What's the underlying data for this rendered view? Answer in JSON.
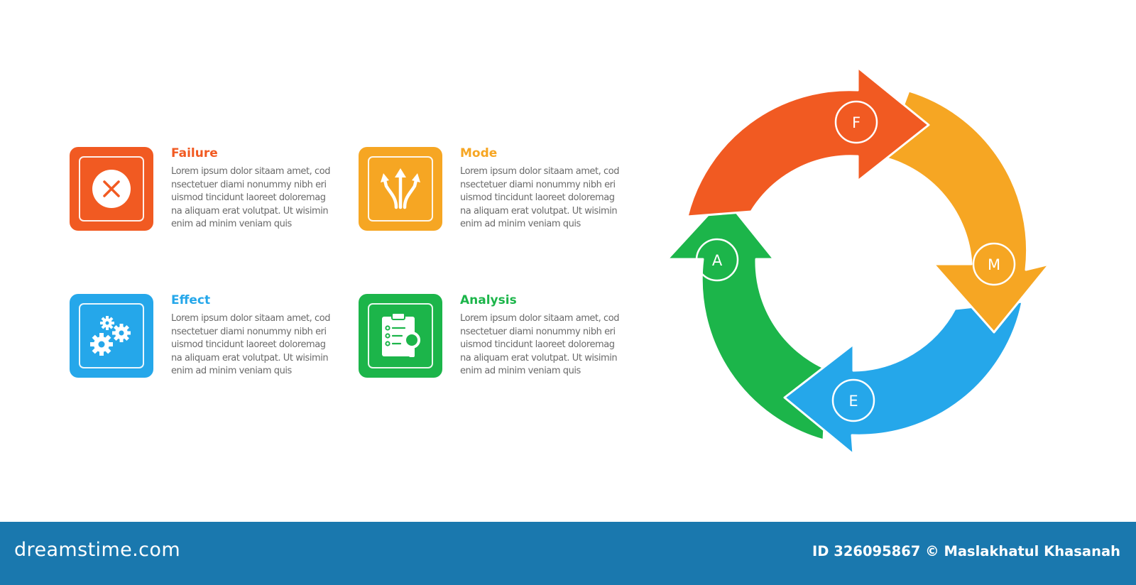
{
  "cards": [
    {
      "title": "Failure",
      "color": "#f15a22",
      "icon": "close-circle-icon",
      "body": "Lorem ipsum dolor sitaam amet, cod\nnsectetuer diami nonummy  nibh eri\nuismod tincidunt laoreet doloremag\nna aliquam erat volutpat. Ut wisimin\nenim ad minim veniam quis"
    },
    {
      "title": "Mode",
      "color": "#f6a623",
      "icon": "split-arrows-icon",
      "body": "Lorem ipsum dolor sitaam amet, cod\nnsectetuer diami nonummy  nibh eri\nuismod tincidunt laoreet doloremag\nna aliquam erat volutpat. Ut wisimin\nenim ad minim veniam quis"
    },
    {
      "title": "Effect",
      "color": "#25a7ea",
      "icon": "gears-icon",
      "body": "Lorem ipsum dolor sitaam amet, cod\nnsectetuer diami nonummy  nibh eri\nuismod tincidunt laoreet doloremag\nna aliquam erat volutpat. Ut wisimin\nenim ad minim veniam quis"
    },
    {
      "title": "Analysis",
      "color": "#1cb54a",
      "icon": "clipboard-search-icon",
      "body": "Lorem ipsum dolor sitaam amet, cod\nnsectetuer diami nonummy  nibh eri\nuismod tincidunt laoreet doloremag\nna aliquam erat volutpat. Ut wisimin\nenim ad minim veniam quis"
    }
  ],
  "cycle": {
    "segments": [
      {
        "letter": "F",
        "color": "#f15a22"
      },
      {
        "letter": "M",
        "color": "#f6a623"
      },
      {
        "letter": "E",
        "color": "#25a7ea"
      },
      {
        "letter": "A",
        "color": "#1cb54a"
      }
    ]
  },
  "footer": {
    "logo": "dreamstime.com",
    "credit": "ID 326095867 © Maslakhatul Khasanah",
    "color": "#1a78ae"
  }
}
